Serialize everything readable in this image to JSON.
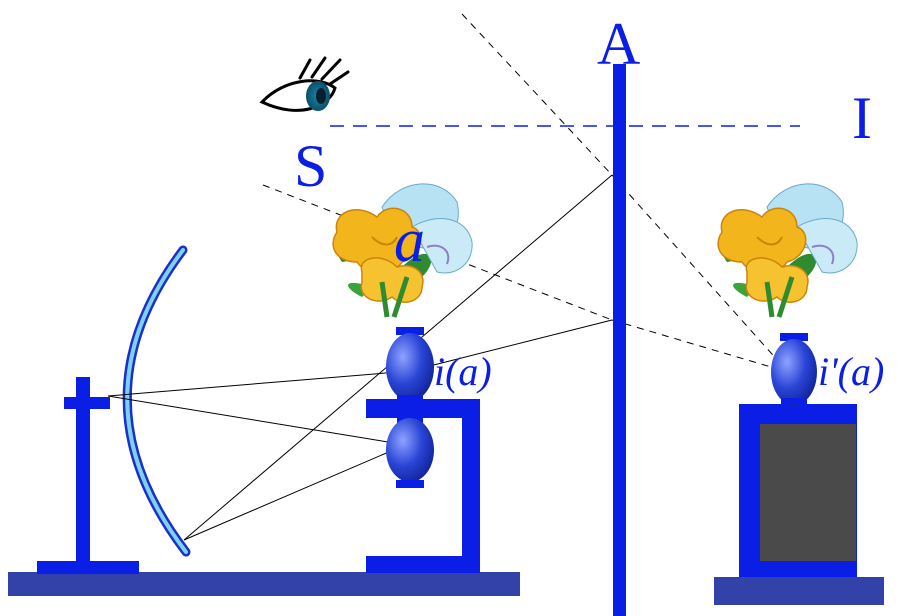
{
  "colors": {
    "blue": "#0a1ee6",
    "mirror_cyan": "#7fd3e8",
    "dark_gray": "#4a4a4a",
    "ray": "#000000",
    "leaf_green": "#2e8b2e",
    "petal_yellow": "#f3b51c",
    "petal_lightblue": "#b7e2f3"
  },
  "labels": {
    "A": "A",
    "I": "I",
    "S": "S",
    "a": "a",
    "i_a": "i(a)",
    "i_prime_a": "i'(a)"
  },
  "icons": [
    "eye-icon",
    "flower-icon",
    "vase-icon"
  ]
}
